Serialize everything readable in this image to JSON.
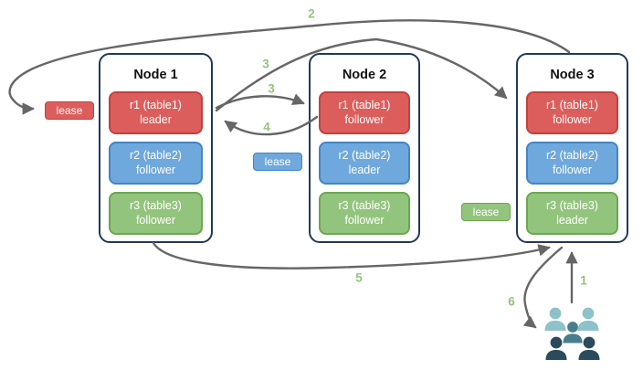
{
  "nodes": [
    {
      "title": "Node 1",
      "replicas": [
        {
          "name": "r1 (table1)",
          "role": "leader",
          "color": "red"
        },
        {
          "name": "r2 (table2)",
          "role": "follower",
          "color": "blue"
        },
        {
          "name": "r3 (table3)",
          "role": "follower",
          "color": "green"
        }
      ]
    },
    {
      "title": "Node 2",
      "replicas": [
        {
          "name": "r1 (table1)",
          "role": "follower",
          "color": "red"
        },
        {
          "name": "r2 (table2)",
          "role": "leader",
          "color": "blue"
        },
        {
          "name": "r3 (table3)",
          "role": "follower",
          "color": "green"
        }
      ]
    },
    {
      "title": "Node 3",
      "replicas": [
        {
          "name": "r1 (table1)",
          "role": "follower",
          "color": "red"
        },
        {
          "name": "r2 (table2)",
          "role": "follower",
          "color": "blue"
        },
        {
          "name": "r3 (table3)",
          "role": "leader",
          "color": "green"
        }
      ]
    }
  ],
  "leases": [
    {
      "label": "lease",
      "color": "red",
      "near": "Node 1 r1 leader"
    },
    {
      "label": "lease",
      "color": "blue",
      "near": "Node 2 r2 leader"
    },
    {
      "label": "lease",
      "color": "green",
      "near": "Node 3 r3 leader"
    }
  ],
  "steps": {
    "1": "1",
    "2": "2",
    "3": "3",
    "4": "4",
    "5": "5",
    "6": "6"
  },
  "icons": {
    "users": "users-group-icon"
  },
  "colors": {
    "replica_red": "#DC5E5C",
    "replica_red_border": "#C4403E",
    "replica_blue": "#6FA8DC",
    "replica_blue_border": "#4285C6",
    "replica_green": "#93C47D",
    "replica_green_border": "#69A84F",
    "node_border": "#24385B",
    "arrow": "#666666",
    "step_label": "#93C47D",
    "users_light": "#8EC1C8",
    "users_mid": "#477E8C",
    "users_dark": "#2B4B5C",
    "bg": "#FFFFFF"
  }
}
